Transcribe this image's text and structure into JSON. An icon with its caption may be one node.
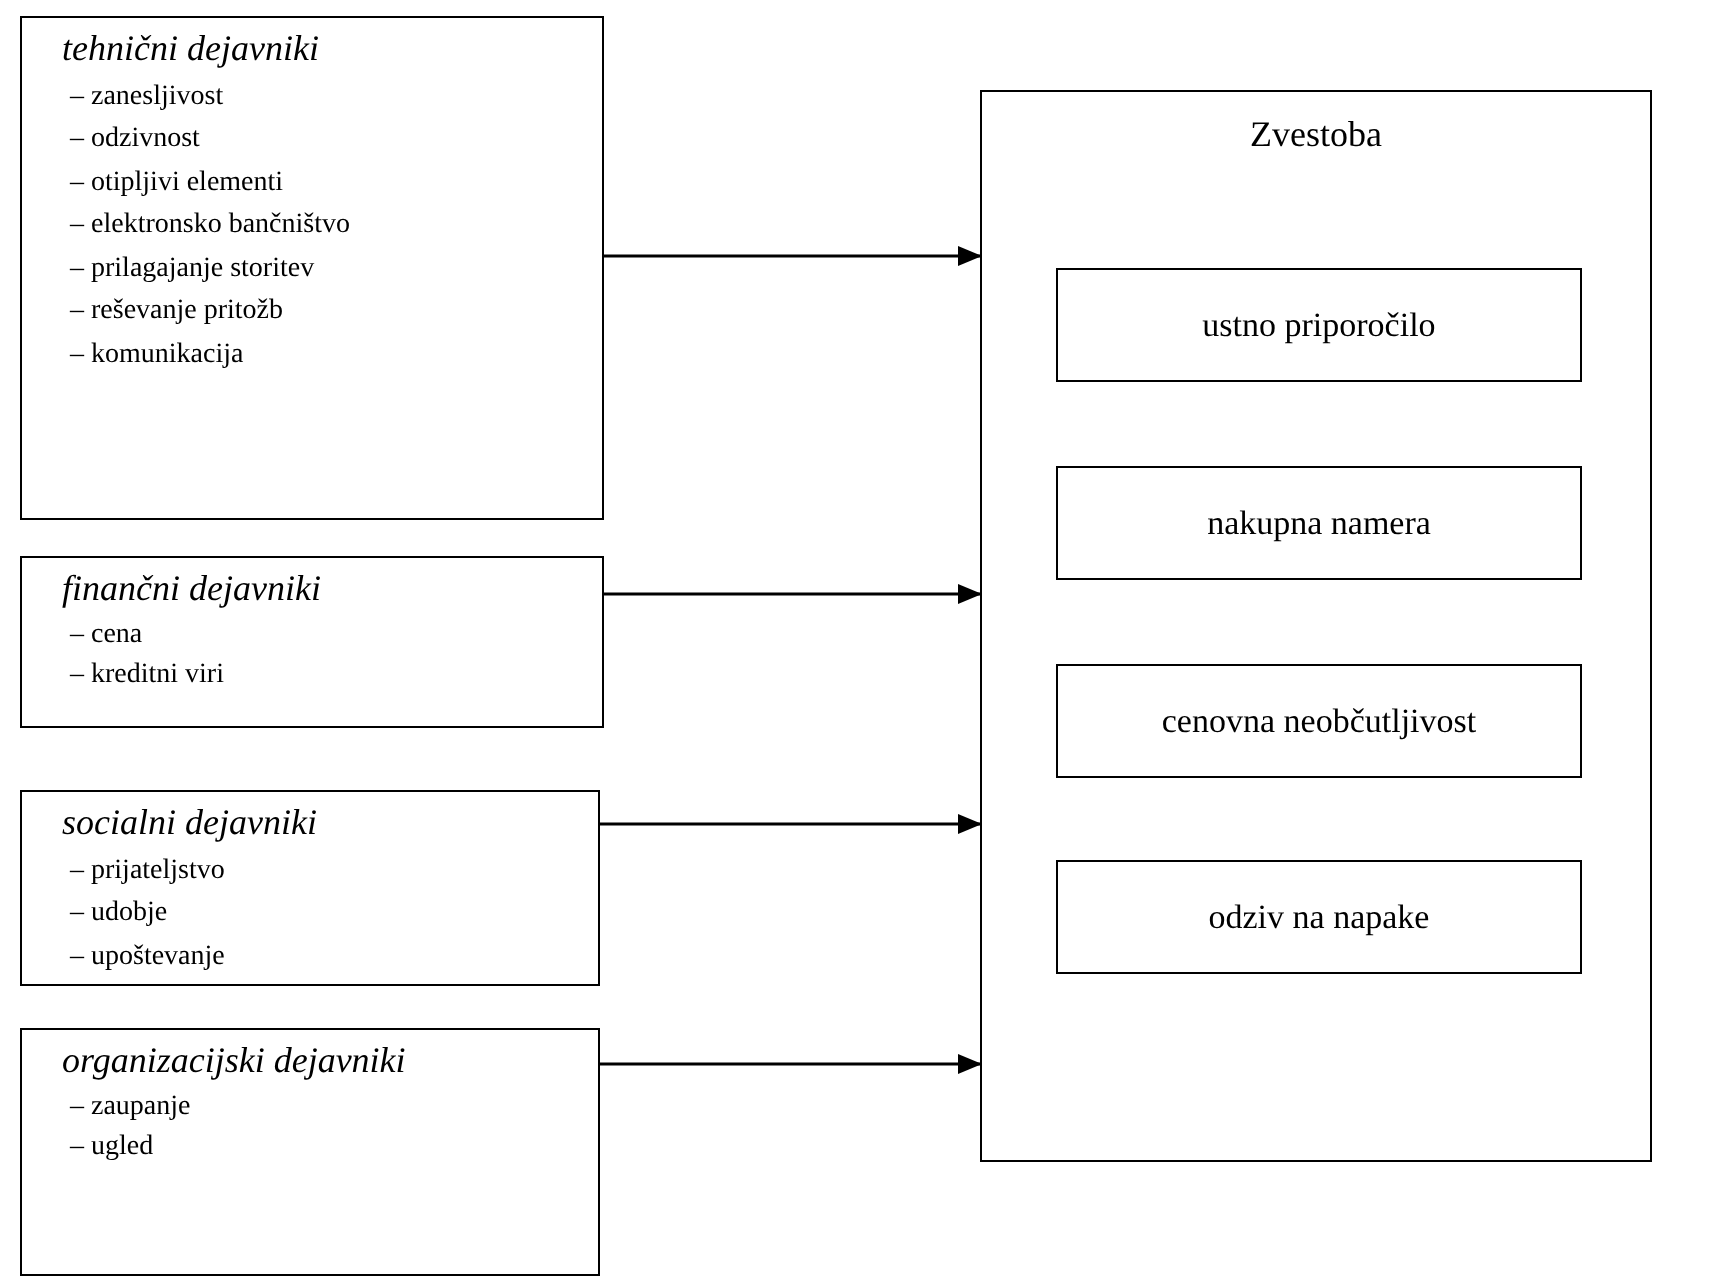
{
  "diagram": {
    "nodes": [
      {
        "text": [
          "tehnični dejavniki",
          "– zanesljivost",
          "– odzivnost",
          "– otipljivi elementi",
          "– elektronsko bančništvo",
          "– prilagajanje storitev",
          "– reševanje pritožb",
          "– komunikacija"
        ]
      },
      {
        "text": [
          "finančni dejavniki",
          "– cena",
          "– kreditni viri"
        ]
      },
      {
        "text": [
          "socialni dejavniki",
          "– prijateljstvo",
          "– udobje",
          "– upoštevanje"
        ]
      },
      {
        "text": [
          "organizacijski dejavniki",
          "– zaupanje",
          "– ugled"
        ]
      },
      {
        "text": [
          "Zvestoba"
        ]
      },
      {
        "text": [
          "ustno priporočilo"
        ],
        "in": 4
      },
      {
        "text": [
          "nakupna namera"
        ],
        "in": 4
      },
      {
        "text": [
          "cenovna neobčutljivost"
        ],
        "in": 4
      },
      {
        "text": [
          "odziv na napake"
        ],
        "in": 4
      }
    ],
    "edges": [
      {
        "from": 0,
        "to": 4,
        "arrow": "to"
      },
      {
        "from": 1,
        "to": 4,
        "arrow": "to"
      },
      {
        "from": 2,
        "to": 4,
        "arrow": "to"
      },
      {
        "from": 3,
        "to": 4,
        "arrow": "to"
      }
    ]
  }
}
